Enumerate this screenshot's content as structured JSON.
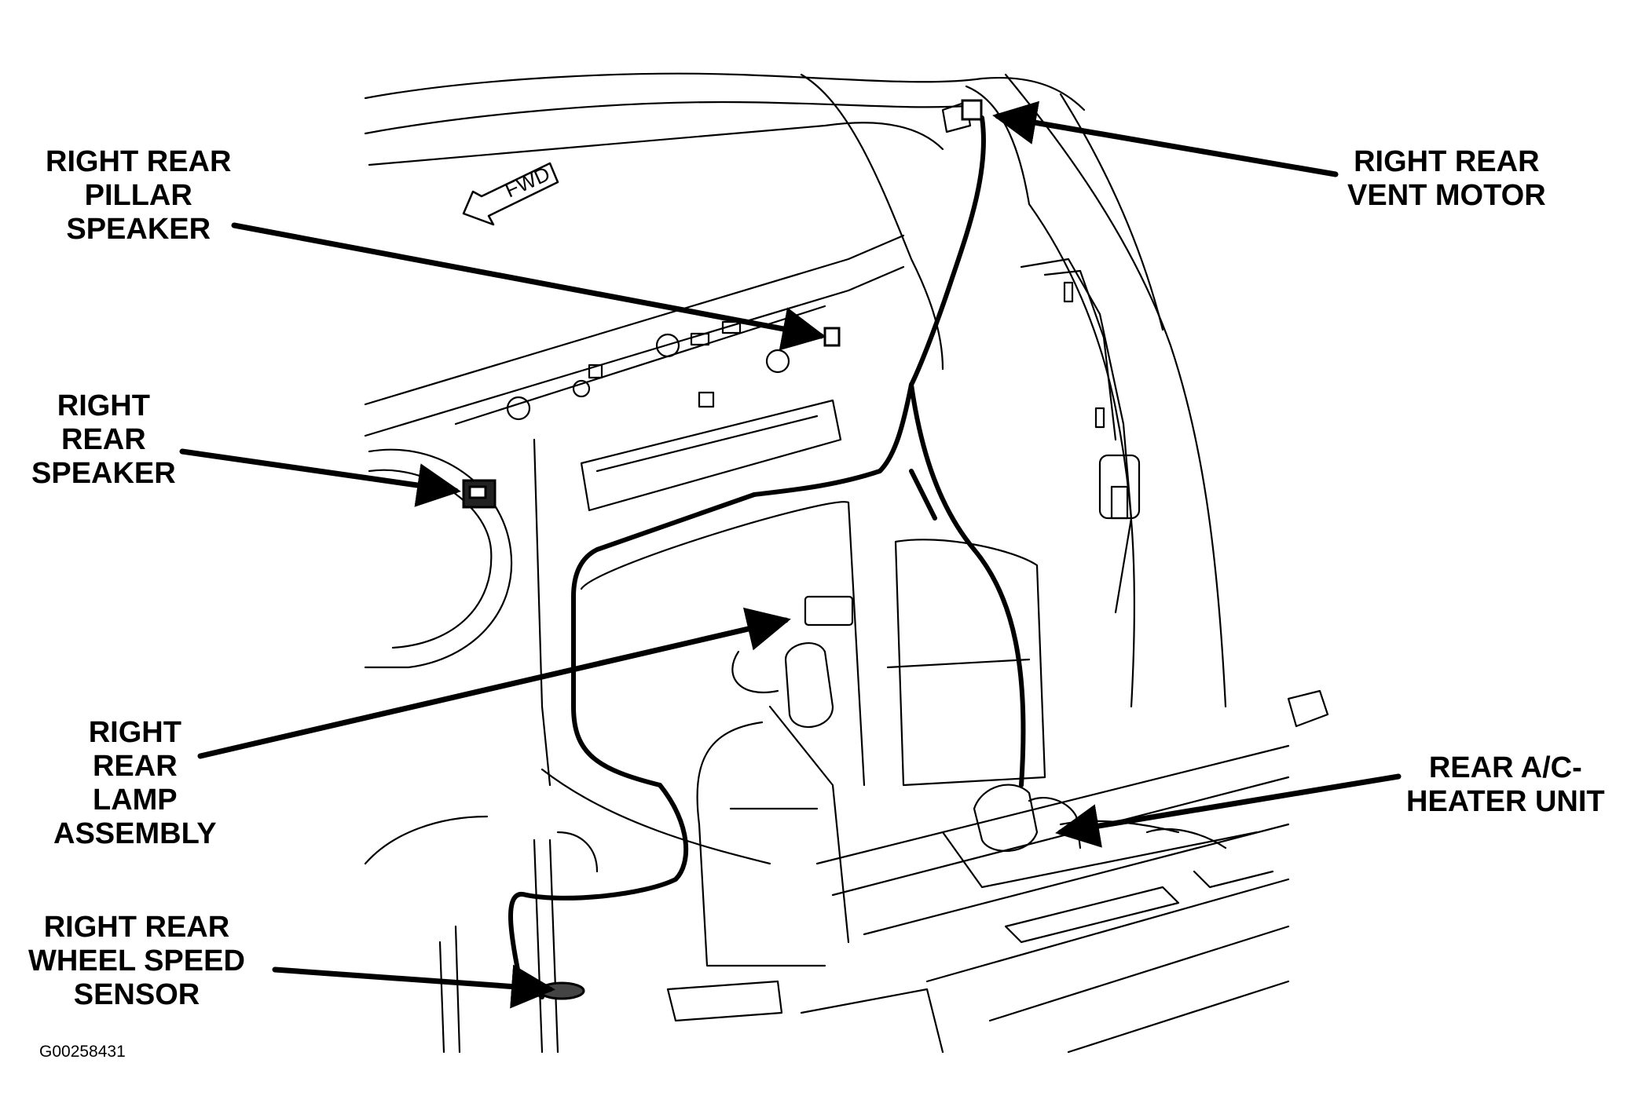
{
  "labels": {
    "pillar_speaker": [
      "RIGHT REAR",
      "PILLAR",
      "SPEAKER"
    ],
    "vent_motor": [
      "RIGHT REAR",
      "VENT MOTOR"
    ],
    "rear_speaker": [
      "RIGHT",
      "REAR",
      "SPEAKER"
    ],
    "lamp_assembly": [
      "RIGHT",
      "REAR",
      "LAMP",
      "ASSEMBLY"
    ],
    "ac_heater": [
      "REAR A/C-",
      "HEATER UNIT"
    ],
    "wheel_speed_sensor": [
      "RIGHT REAR",
      "WHEEL SPEED",
      "SENSOR"
    ]
  },
  "direction_marker": "FWD",
  "figure_id": "G00258431",
  "colors": {
    "ink": "#000000",
    "paper": "#ffffff"
  }
}
